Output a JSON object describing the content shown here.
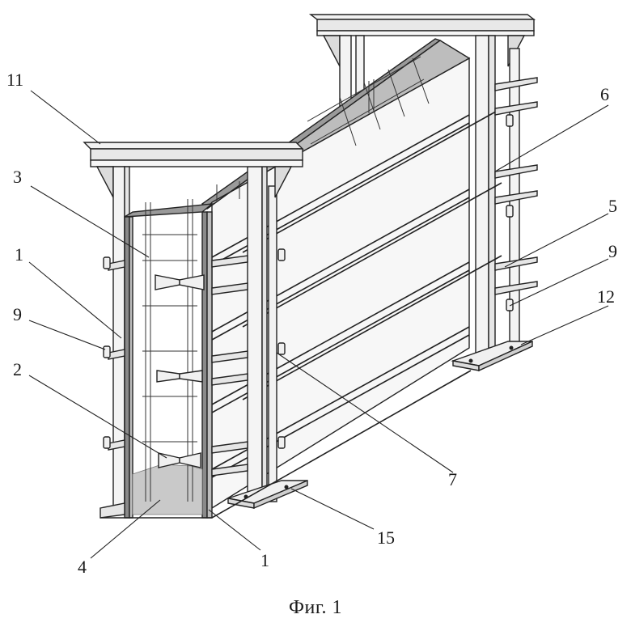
{
  "figure": {
    "caption": "Фиг. 1",
    "labels": [
      {
        "id": "11",
        "text": "11"
      },
      {
        "id": "3",
        "text": "3"
      },
      {
        "id": "1a",
        "text": "1"
      },
      {
        "id": "9a",
        "text": "9"
      },
      {
        "id": "2",
        "text": "2"
      },
      {
        "id": "4",
        "text": "4"
      },
      {
        "id": "1b",
        "text": "1"
      },
      {
        "id": "15",
        "text": "15"
      },
      {
        "id": "7",
        "text": "7"
      },
      {
        "id": "12",
        "text": "12"
      },
      {
        "id": "9b",
        "text": "9"
      },
      {
        "id": "5",
        "text": "5"
      },
      {
        "id": "6",
        "text": "6"
      }
    ]
  }
}
